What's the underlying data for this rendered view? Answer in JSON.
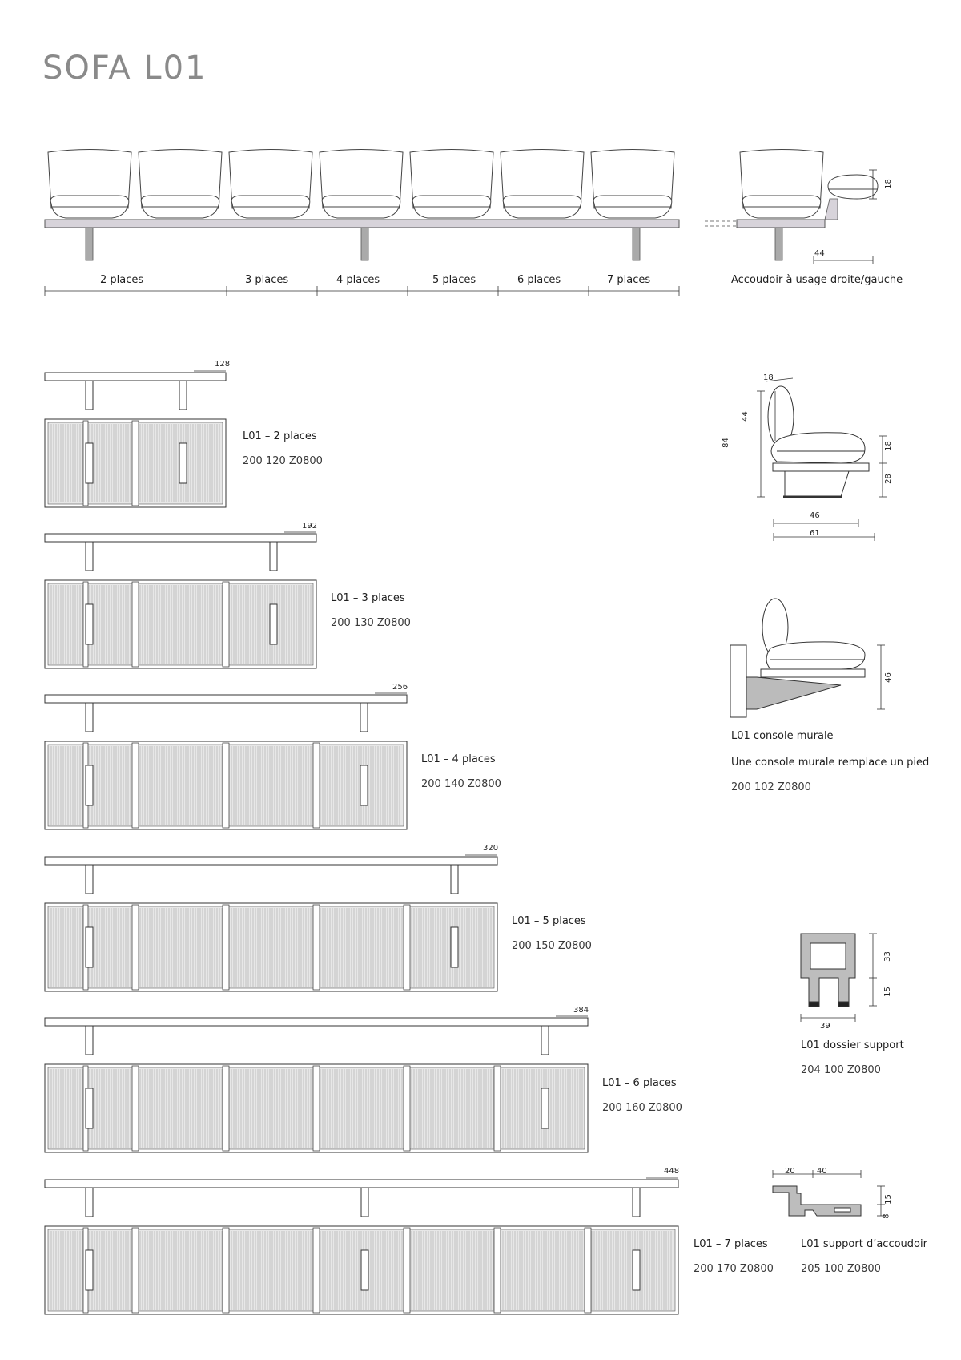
{
  "page": {
    "title": "SOFA L01"
  },
  "overview": {
    "seat_labels": [
      "2 places",
      "3 places",
      "4 places",
      "5 places",
      "6 places",
      "7 places"
    ],
    "armrest_caption": "Accoudoir à usage droite/gauche",
    "armrest_dims": {
      "height": "18",
      "width": "44"
    }
  },
  "models": [
    {
      "name": "L01 – 2 places",
      "code": "200 120 Z0800",
      "length": "128",
      "seats": 2
    },
    {
      "name": "L01 – 3 places",
      "code": "200 130 Z0800",
      "length": "192",
      "seats": 3
    },
    {
      "name": "L01 – 4 places",
      "code": "200 140 Z0800",
      "length": "256",
      "seats": 4
    },
    {
      "name": "L01 – 5 places",
      "code": "200 150 Z0800",
      "length": "320",
      "seats": 5
    },
    {
      "name": "L01 – 6 places",
      "code": "200 160 Z0800",
      "length": "384",
      "seats": 6
    },
    {
      "name": "L01 – 7 places",
      "code": "200 170 Z0800",
      "length": "448",
      "seats": 7
    }
  ],
  "side_view": {
    "dims": {
      "back_depth": "18",
      "back_height": "44",
      "total_height": "84",
      "seat_thickness": "18",
      "seat_height": "28",
      "base_depth": "46",
      "total_depth": "61"
    }
  },
  "wall_console": {
    "name": "L01 console murale",
    "note": "Une console murale remplace un pied",
    "code": "200 102 Z0800",
    "height_dim": "46"
  },
  "backrest_support": {
    "name": "L01 dossier support",
    "code": "204 100 Z0800",
    "dims": {
      "upper": "33",
      "lower": "15",
      "width": "39"
    }
  },
  "armrest_support": {
    "name": "L01 support d’accoudoir",
    "code": "205 100 Z0800",
    "dims": {
      "left": "20",
      "right": "40",
      "upper": "15",
      "lower": "8"
    }
  }
}
